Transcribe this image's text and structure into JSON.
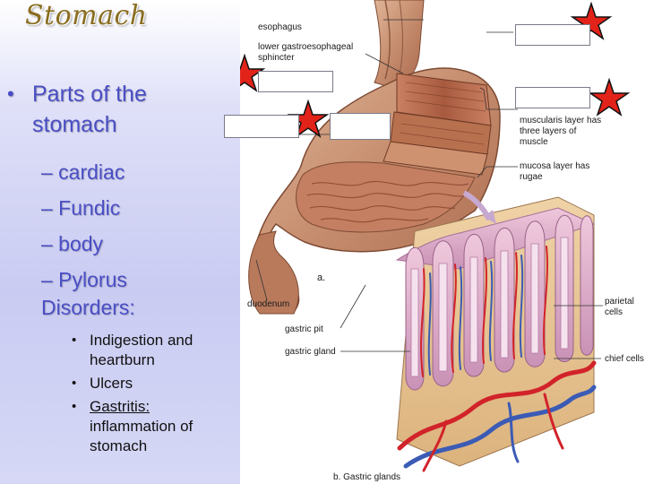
{
  "slide": {
    "title": "Stomach",
    "bullet": "Parts of the stomach",
    "parts": [
      "– cardiac",
      "– Fundic",
      "– body",
      "– Pylorus"
    ],
    "disorders_heading": "Disorders:",
    "disorders": [
      {
        "text": "Indigestion and heartburn"
      },
      {
        "text": "Ulcers"
      },
      {
        "head": "Gastritis:",
        "rest": " inflammation of stomach"
      }
    ]
  },
  "figure": {
    "labels": {
      "esophagus": "esophagus",
      "sphincter": "lower gastroesophageal sphincter",
      "muscularis": "muscularis layer has three layers of muscle",
      "mucosa": "mucosa layer has rugae",
      "panel_a": "a.",
      "duodenum": "duodenum",
      "gastric_pit": "gastric pit",
      "gastric_gland": "gastric gland",
      "parietal": "parietal cells",
      "chief": "chief cells",
      "panel_b": "b. Gastric glands"
    },
    "colors": {
      "stomach": "#c99a7e",
      "muscle": "#b46a4c",
      "mucosa": "#d7a8c8",
      "artery": "#d2232a",
      "vein": "#3b5bb5",
      "star": "#e2231a"
    }
  }
}
